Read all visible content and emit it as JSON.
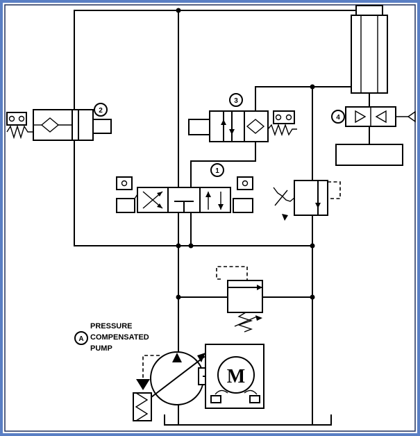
{
  "labels": {
    "pump_marker": "A",
    "pump_line1": "PRESSURE",
    "pump_line2": "COMPENSATED",
    "pump_line3": "PUMP",
    "motor": "M",
    "valve1": "1",
    "valve2": "2",
    "valve3": "3",
    "valve4": "4"
  },
  "colors": {
    "frame": "#5a7fc4",
    "ink": "#000000",
    "paper": "#ffffff"
  }
}
